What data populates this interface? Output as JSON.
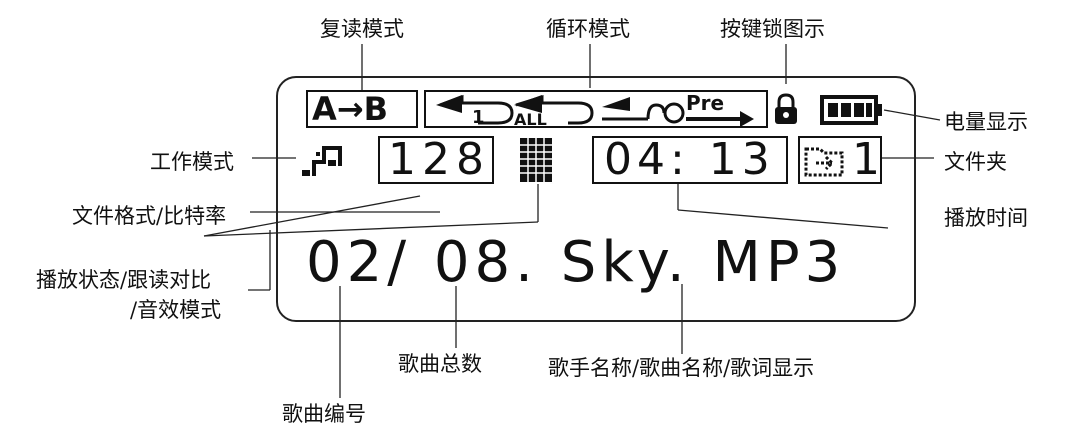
{
  "labels": {
    "repeat_mode": "复读模式",
    "loop_mode": "循环模式",
    "key_lock": "按键锁图示",
    "battery": "电量显示",
    "work_mode": "工作模式",
    "folder": "文件夹",
    "file_format": "文件格式/比特率",
    "play_time": "播放时间",
    "play_state_line1": "播放状态/跟读对比",
    "play_state_line2": "/音效模式",
    "song_total": "歌曲总数",
    "artist_title": "歌手名称/歌曲名称/歌词显示",
    "song_number": "歌曲编号"
  },
  "lcd": {
    "ab_text": "A→B",
    "loop_one": "1",
    "loop_all": "ALL",
    "pre_text": "Pre",
    "bitrate": "128",
    "time": "04: 13",
    "folder_num": "1",
    "main_line": "02/ 08. Sky. MP3"
  }
}
